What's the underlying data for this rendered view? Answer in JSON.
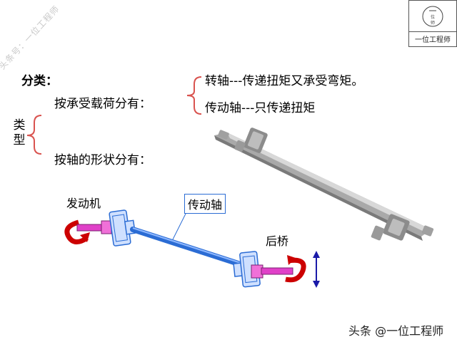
{
  "watermark": "头条号：一位工程师",
  "logo": {
    "name": "一位工程师"
  },
  "classification": {
    "heading": "分类：",
    "side_label_1": "类",
    "side_label_2": "型",
    "by_load": "按承受载荷分有：",
    "by_shape": "按轴的形状分有：",
    "type_1": "转轴---传递扭矩又承受弯矩。",
    "type_2": "传动轴---只传递扭矩"
  },
  "diagram": {
    "engine_label": "发动机",
    "shaft_label": "传动轴",
    "rear_axle_label": "后桥"
  },
  "footer": {
    "credit": "头条 @一位工程师"
  },
  "colors": {
    "bracket": "#d9534f",
    "shaft": "#2b6cd4",
    "arrow_red": "#cc0000",
    "joint": "#e040c8",
    "vertical_arrow": "#1a1aa8"
  }
}
